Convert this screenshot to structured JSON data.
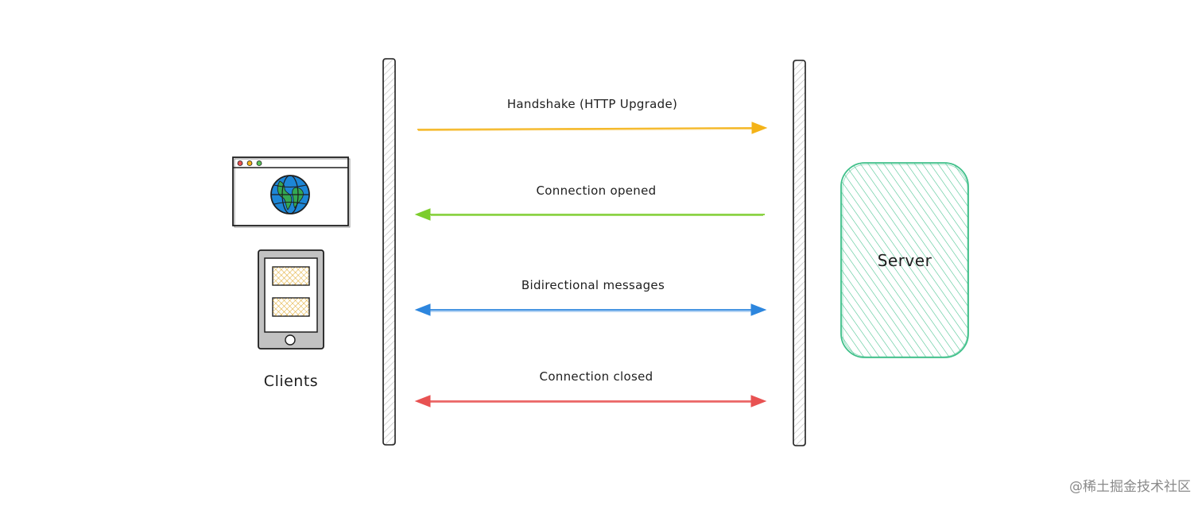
{
  "diagram": {
    "messages": [
      {
        "id": "handshake",
        "label": "Handshake (HTTP Upgrade)",
        "color": "#f4b318",
        "direction": "client-to-server"
      },
      {
        "id": "opened",
        "label": "Connection opened",
        "color": "#7ccd2c",
        "direction": "server-to-client"
      },
      {
        "id": "bidirectional",
        "label": "Bidirectional messages",
        "color": "#2d86de",
        "direction": "both"
      },
      {
        "id": "closed",
        "label": "Connection closed",
        "color": "#e85252",
        "direction": "both"
      }
    ],
    "clients_label": "Clients",
    "server_label": "Server",
    "server_color": "#40c08a",
    "watermark": "@稀土掘金技术社区"
  }
}
